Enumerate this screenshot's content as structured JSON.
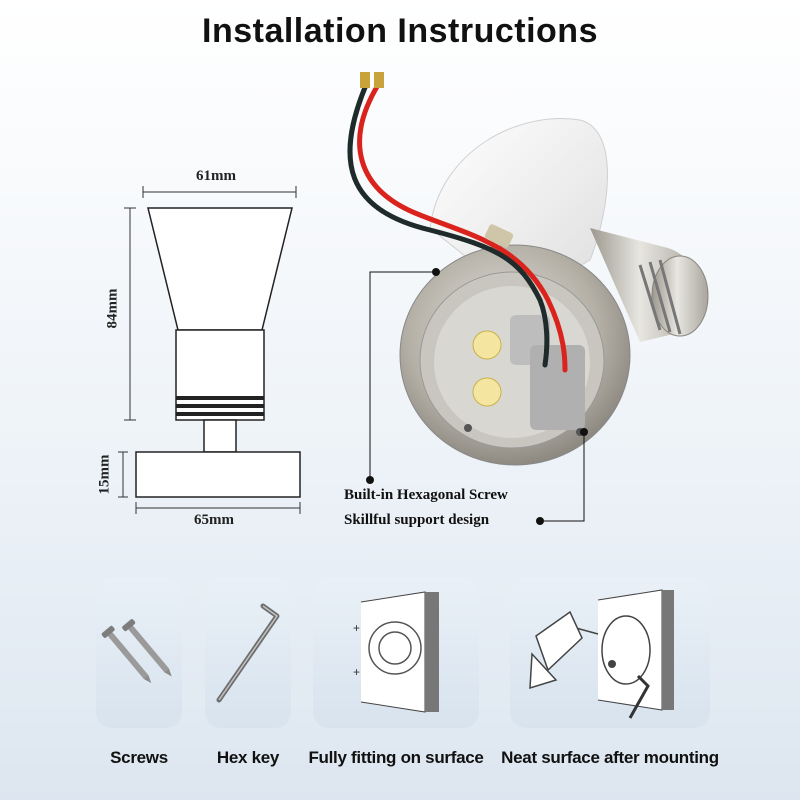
{
  "title": "Installation Instructions",
  "dimensions": {
    "top_width": "61mm",
    "height": "84mm",
    "base_height": "15mm",
    "base_width": "65mm"
  },
  "callouts": {
    "line1": "Built-in Hexagonal Screw",
    "line2": "Skillful support design"
  },
  "cards": [
    {
      "label": "Screws"
    },
    {
      "label": "Hex key"
    },
    {
      "label": "Fully fitting on surface"
    },
    {
      "label": "Neat surface after mounting"
    }
  ],
  "colors": {
    "wire_red": "#d9231c",
    "wire_black": "#1f2a2a",
    "metal": "#b9b6ad"
  }
}
